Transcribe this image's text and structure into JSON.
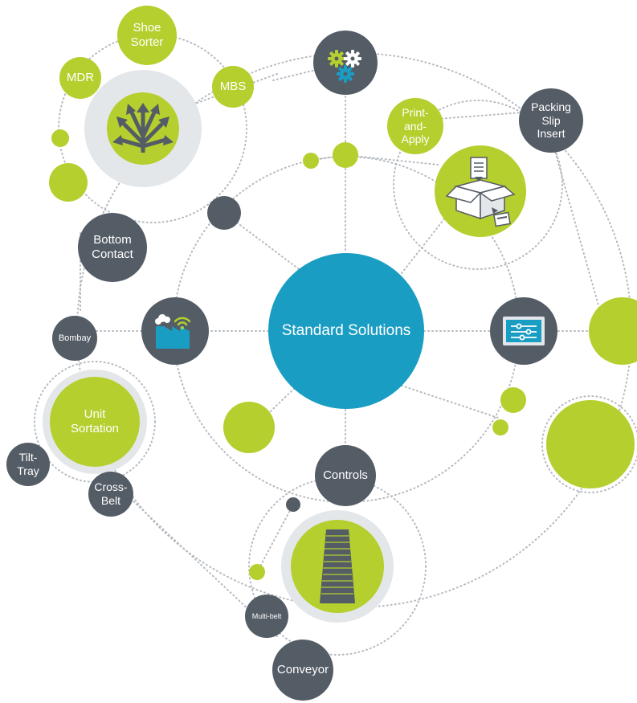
{
  "diagram": {
    "center_label": "Standard Solutions",
    "nodes": {
      "shoe_sorter": "Shoe\nSorter",
      "mdr": "MDR",
      "mbs": "MBS",
      "bottom_contact": "Bottom\nContact",
      "print_and_apply": "Print-\nand-\nApply",
      "packing_slip_insert": "Packing\nSlip\nInsert",
      "bombay": "Bombay",
      "unit_sortation": "Unit\nSortation",
      "tilt_tray": "Tilt-\nTray",
      "cross_belt": "Cross-\nBelt",
      "controls": "Controls",
      "multi_belt": "Multi-belt",
      "conveyor": "Conveyor"
    },
    "icons": {
      "sorter": "arrows-diverge-icon",
      "gears": "gears-icon",
      "packing": "box-with-document-icon",
      "factory": "wireless-factory-icon",
      "monitor": "settings-sliders-monitor-icon",
      "conveyor": "conveyor-belt-icon"
    },
    "colors": {
      "green": "#b5cf2e",
      "dark": "#545c66",
      "blue": "#1a9dc3",
      "halo": "#e3e7ea",
      "line": "#b4bac0"
    }
  }
}
